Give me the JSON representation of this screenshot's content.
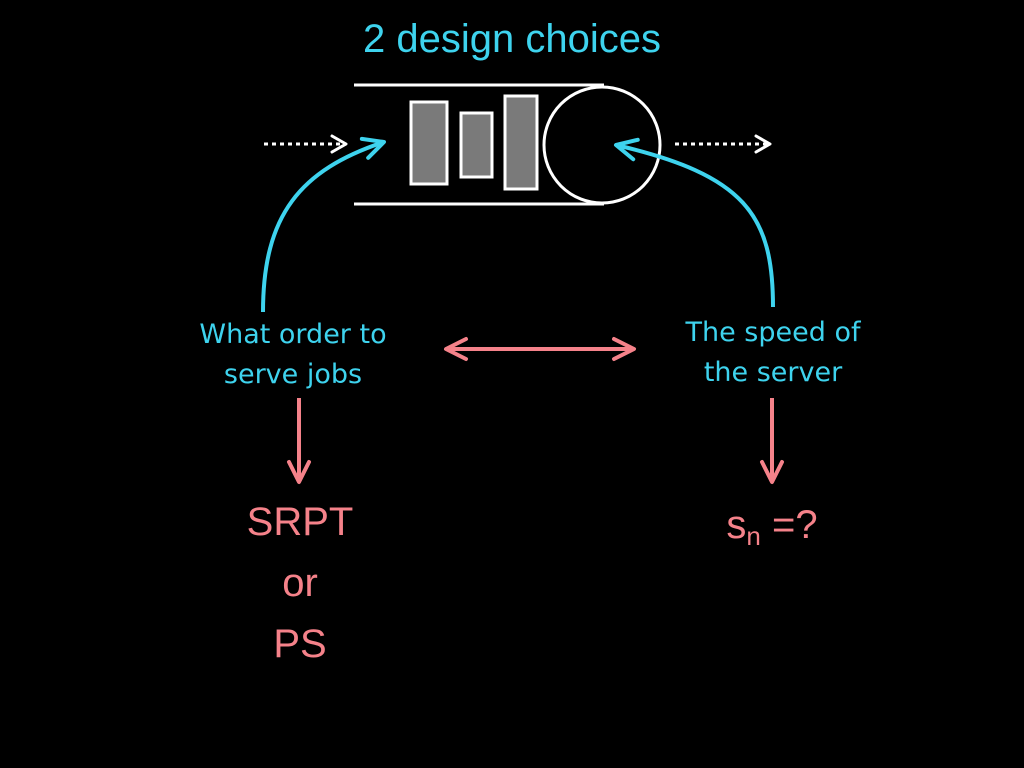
{
  "slide": {
    "title": "2 design choices"
  },
  "diagram": {
    "left_label_line1": "What order to",
    "left_label_line2": "serve jobs",
    "right_label_line1": "The speed of",
    "right_label_line2": "the server",
    "left_answer_line1": "SRPT",
    "left_answer_line2": "or",
    "left_answer_line3": "PS",
    "right_answer_symbol": "s",
    "right_answer_subscript": "n",
    "right_answer_suffix": " =?",
    "queue_job_count": 3
  },
  "colors": {
    "background": "#000000",
    "cyan": "#3ED3EE",
    "salmon": "#F5828A",
    "white": "#FFFFFF",
    "job_fill": "#7A7A7A"
  }
}
